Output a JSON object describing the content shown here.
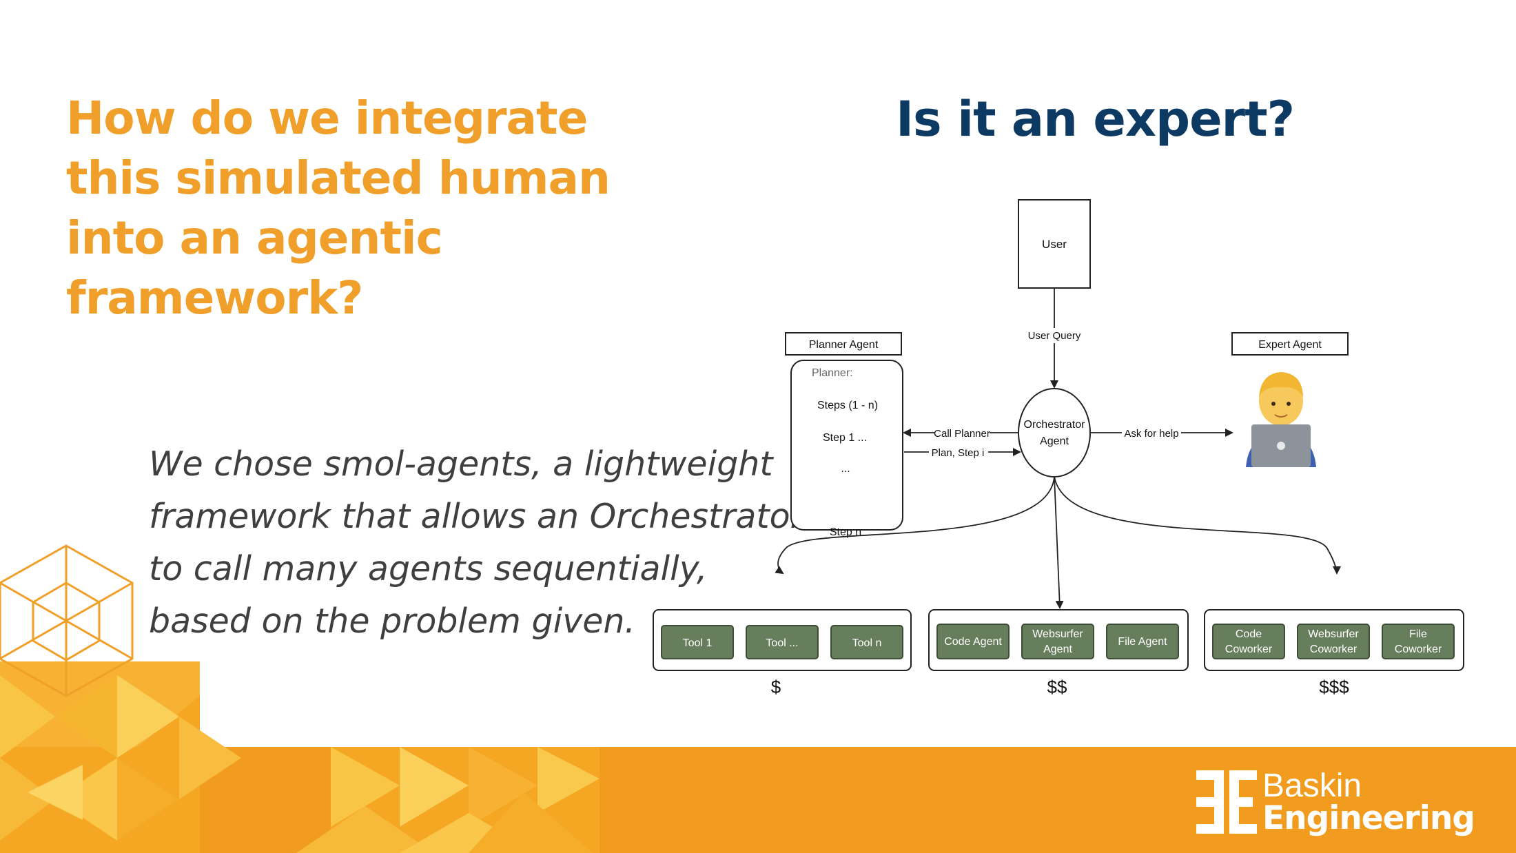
{
  "slide": {
    "title_left": "How do we integrate this simulated human into an agentic framework?",
    "title_right": "Is it an expert?",
    "body": "We chose smol-agents, a lightweight framework that allows an Orchestrator to call many agents sequentially, based on the problem given."
  },
  "colors": {
    "orange": "#f0a02a",
    "navy": "#0d3a63",
    "agent_green": "#667e5c",
    "footer_orange": "#f29c1f"
  },
  "diagram": {
    "user": "User",
    "user_query": "User Query",
    "orchestrator": [
      "Orchestrator",
      "Agent"
    ],
    "planner_title": "Planner Agent",
    "planner_heading": "Planner:",
    "planner_steps": [
      "Steps (1 - n)",
      "Step 1 ...",
      "...",
      "Step n"
    ],
    "call_planner": "Call Planner",
    "plan_step": "Plan, Step i",
    "expert_title": "Expert Agent",
    "expert_icon": "man-technologist-icon",
    "ask_for_help": "Ask for help",
    "groups": [
      {
        "cost": "$",
        "items": [
          [
            "Tool 1"
          ],
          [
            "Tool ..."
          ],
          [
            "Tool n"
          ]
        ]
      },
      {
        "cost": "$$",
        "items": [
          [
            "Code Agent"
          ],
          [
            "Websurfer",
            "Agent"
          ],
          [
            "File Agent"
          ]
        ]
      },
      {
        "cost": "$$$",
        "items": [
          [
            "Code",
            "Coworker"
          ],
          [
            "Websurfer",
            "Coworker"
          ],
          [
            "File",
            "Coworker"
          ]
        ]
      }
    ]
  },
  "logo": {
    "mark": "BE",
    "line1": "Baskin",
    "line2": "Engineering"
  }
}
